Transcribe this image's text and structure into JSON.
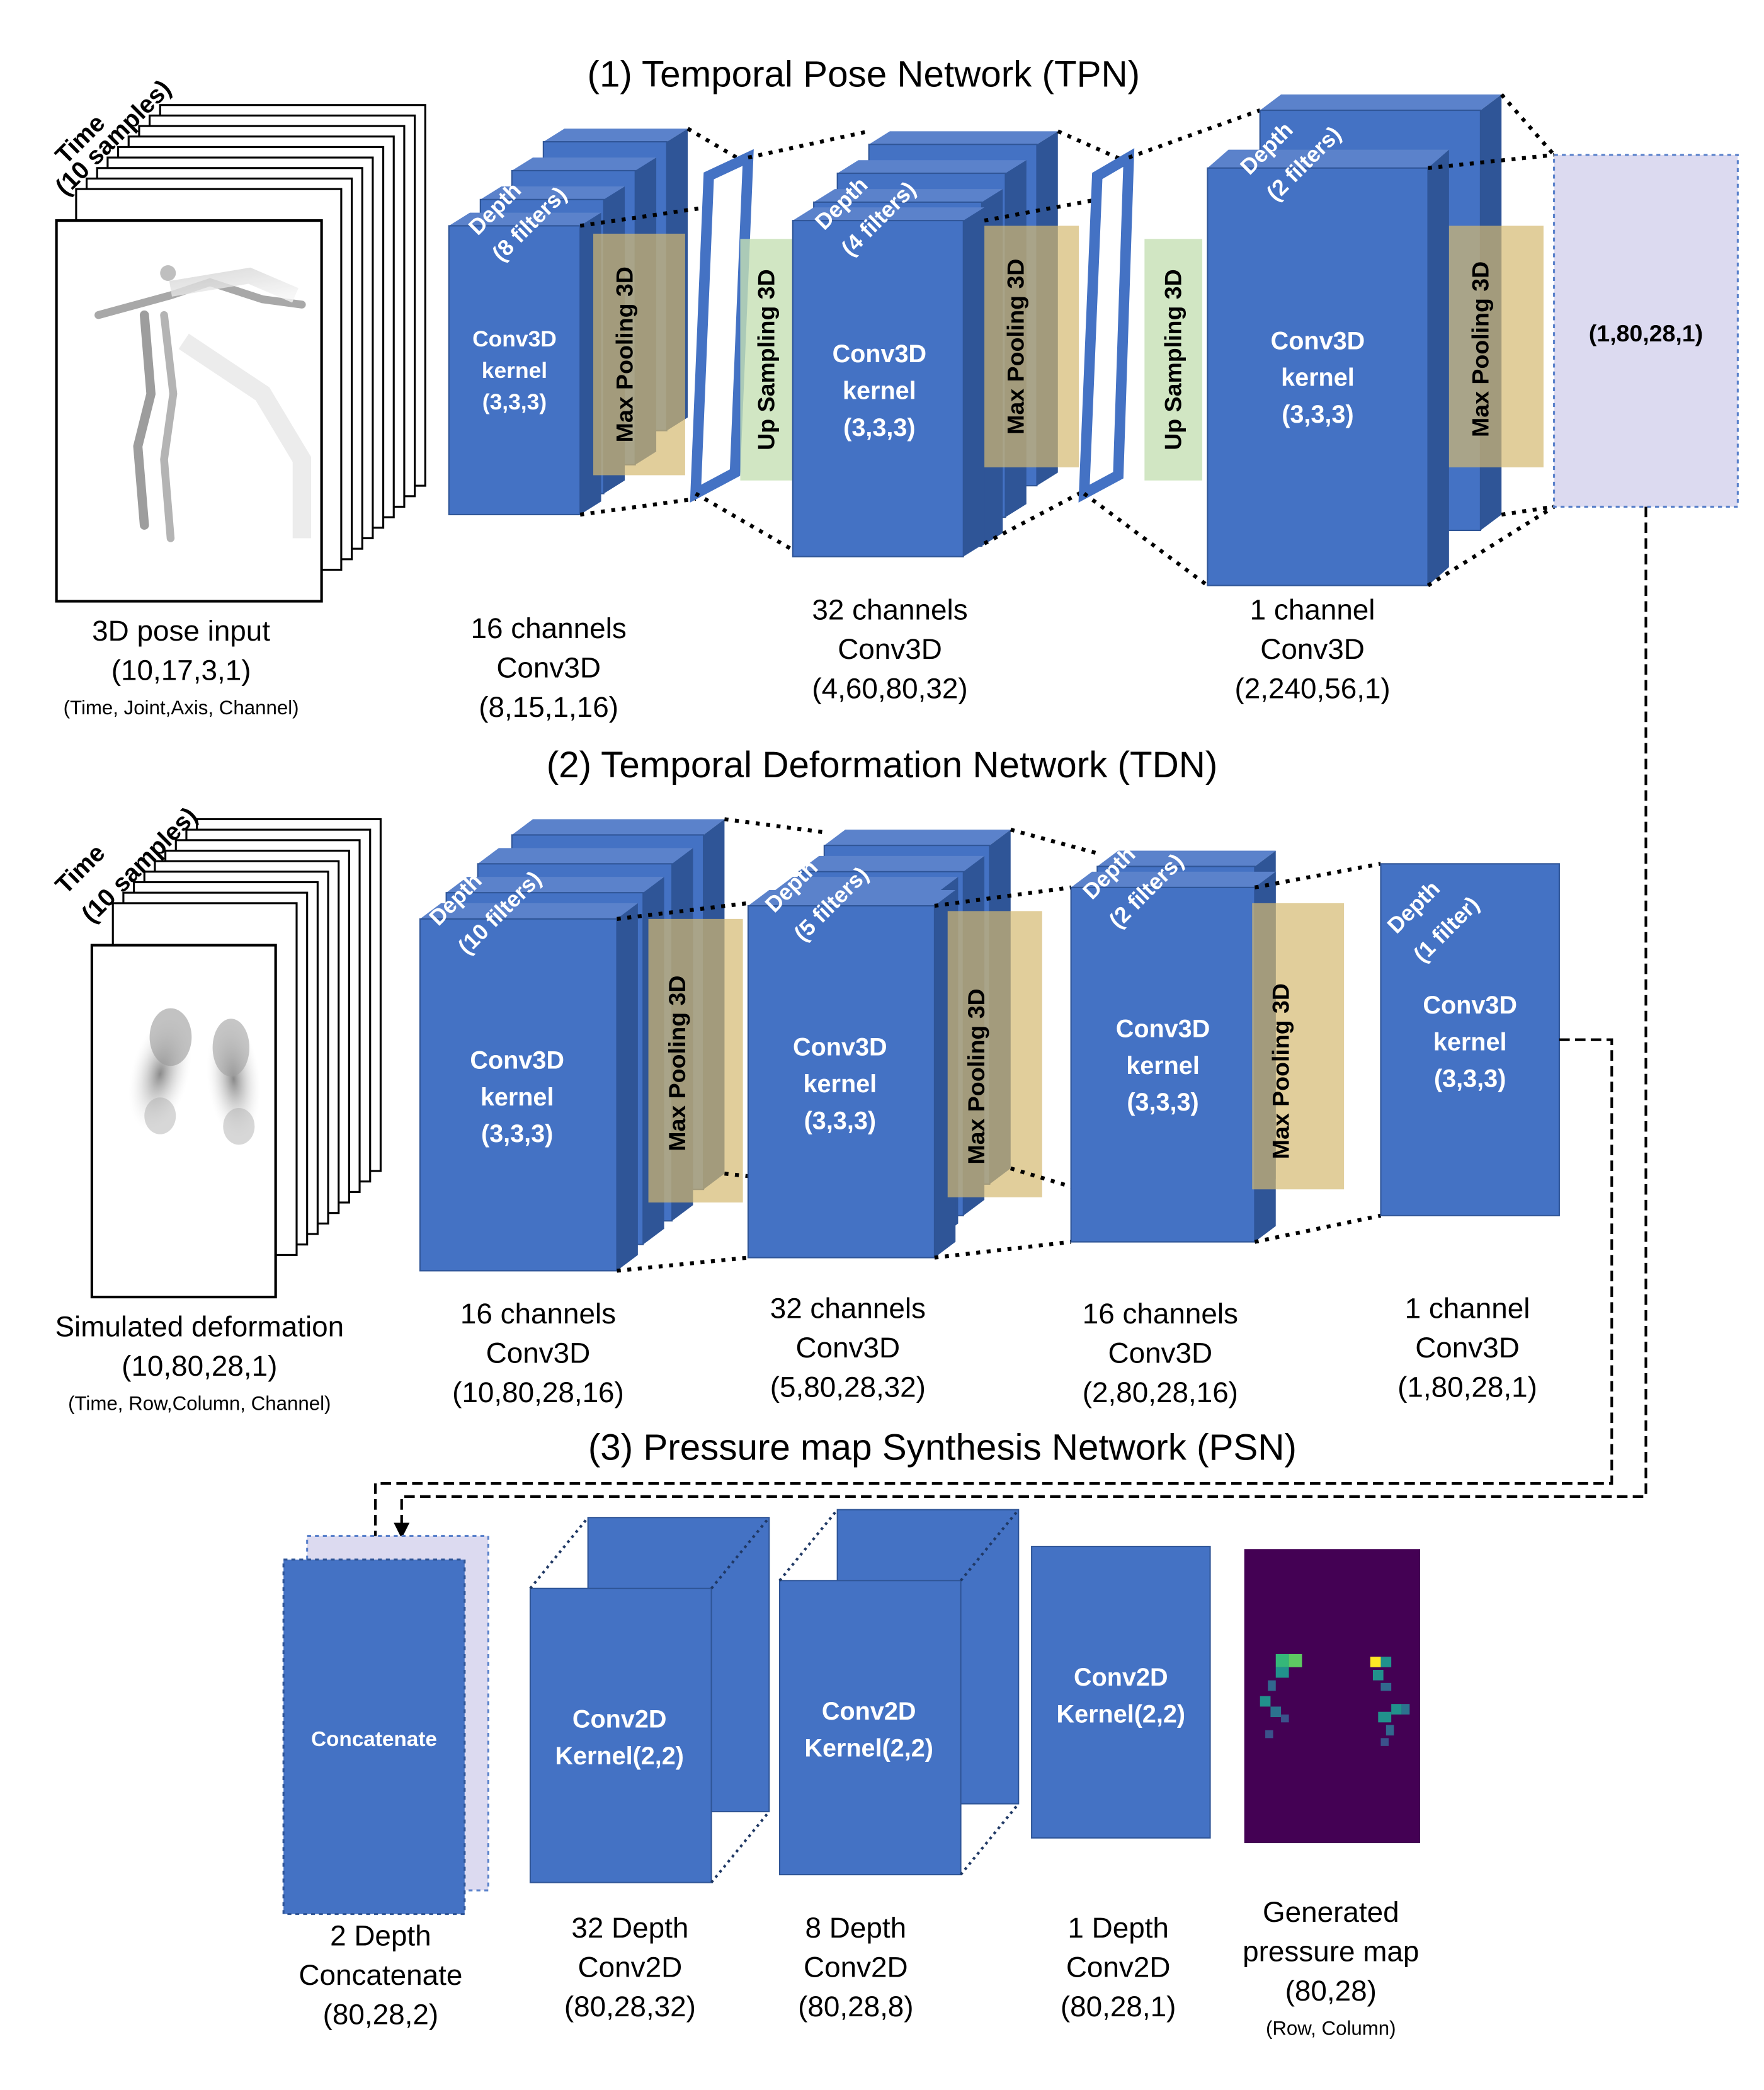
{
  "sections": {
    "tpn_title": "(1) Temporal Pose Network (TPN)",
    "tdn_title": "(2) Temporal Deformation Network (TDN)",
    "psn_title": "(3) Pressure map Synthesis Network (PSN)"
  },
  "tpn": {
    "input": {
      "time_l1": "Time",
      "time_l2": "(10 samples)",
      "l1": "3D pose input",
      "l2": "(10,17,3,1)",
      "l3": "(Time, Joint,Axis, Channel)"
    },
    "blocks": [
      {
        "depth_l1": "Depth",
        "depth_l2": "(8 filters)",
        "conv_l1": "Conv3D",
        "conv_l2": "kernel",
        "conv_l3": "(3,3,3)",
        "caption_l1": "16 channels",
        "caption_l2": "Conv3D",
        "caption_l3": "(8,15,1,16)"
      },
      {
        "depth_l1": "Depth",
        "depth_l2": "(4 filters)",
        "conv_l1": "Conv3D",
        "conv_l2": "kernel",
        "conv_l3": "(3,3,3)",
        "caption_l1": "32 channels",
        "caption_l2": "Conv3D",
        "caption_l3": "(4,60,80,32)"
      },
      {
        "depth_l1": "Depth",
        "depth_l2": "(2 filters)",
        "conv_l1": "Conv3D",
        "conv_l2": "kernel",
        "conv_l3": "(3,3,3)",
        "caption_l1": "1 channel",
        "caption_l2": "Conv3D",
        "caption_l3": "(2,240,56,1)"
      }
    ],
    "maxpool": "Max Pooling 3D",
    "upsample": "Up Sampling 3D",
    "output": "(1,80,28,1)"
  },
  "tdn": {
    "input": {
      "time_l1": "Time",
      "time_l2": "(10 samples)",
      "l1": "Simulated deformation",
      "l2": "(10,80,28,1)",
      "l3": "(Time, Row,Column, Channel)"
    },
    "blocks": [
      {
        "depth_l1": "Depth",
        "depth_l2": "(10 filters)",
        "conv_l1": "Conv3D",
        "conv_l2": "kernel",
        "conv_l3": "(3,3,3)",
        "caption_l1": "16 channels",
        "caption_l2": "Conv3D",
        "caption_l3": "(10,80,28,16)"
      },
      {
        "depth_l1": "Depth",
        "depth_l2": "(5 filters)",
        "conv_l1": "Conv3D",
        "conv_l2": "kernel",
        "conv_l3": "(3,3,3)",
        "caption_l1": "32 channels",
        "caption_l2": "Conv3D",
        "caption_l3": "(5,80,28,32)"
      },
      {
        "depth_l1": "Depth",
        "depth_l2": "(2 filters)",
        "conv_l1": "Conv3D",
        "conv_l2": "kernel",
        "conv_l3": "(3,3,3)",
        "caption_l1": "16 channels",
        "caption_l2": "Conv3D",
        "caption_l3": "(2,80,28,16)"
      },
      {
        "depth_l1": "Depth",
        "depth_l2": "(1 filter)",
        "conv_l1": "Conv3D",
        "conv_l2": "kernel",
        "conv_l3": "(3,3,3)",
        "caption_l1": "1 channel",
        "caption_l2": "Conv3D",
        "caption_l3": "(1,80,28,1)"
      }
    ],
    "maxpool": "Max Pooling 3D"
  },
  "psn": {
    "concat": {
      "label": "Concatenate",
      "caption_l1": "2 Depth",
      "caption_l2": "Concatenate",
      "caption_l3": "(80,28,2)"
    },
    "blocks": [
      {
        "conv_l1": "Conv2D",
        "conv_l2": "Kernel(2,2)",
        "caption_l1": "32 Depth",
        "caption_l2": "Conv2D",
        "caption_l3": "(80,28,32)"
      },
      {
        "conv_l1": "Conv2D",
        "conv_l2": "Kernel(2,2)",
        "caption_l1": "8 Depth",
        "caption_l2": "Conv2D",
        "caption_l3": "(80,28,8)"
      },
      {
        "conv_l1": "Conv2D",
        "conv_l2": "Kernel(2,2)",
        "caption_l1": "1 Depth",
        "caption_l2": "Conv2D",
        "caption_l3": "(80,28,1)"
      }
    ],
    "output": {
      "l1": "Generated",
      "l2": "pressure map",
      "l3": "(80,28)",
      "l4": "(Row, Column)"
    }
  },
  "colors": {
    "block": "#4472C4",
    "block_side": "#2F5597",
    "block_top": "#5B82CB",
    "pool": "#D4B970",
    "upsample": "#C5E0B4",
    "output": "#DCDAF0",
    "heatmap_bg": "#440154"
  }
}
